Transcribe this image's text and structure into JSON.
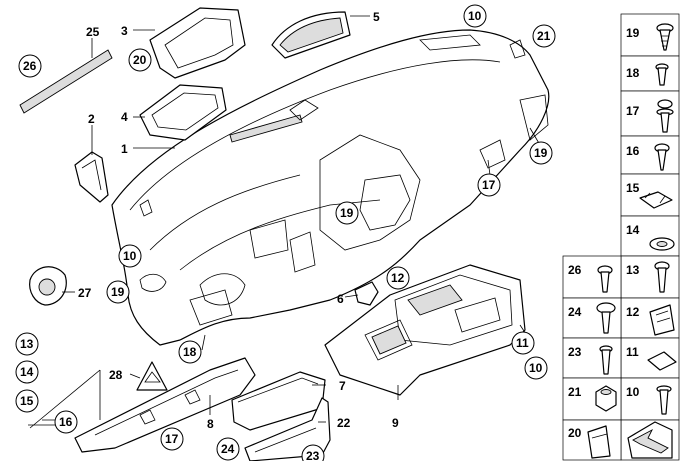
{
  "callouts": {
    "c1": "1",
    "c2": "2",
    "c3": "3",
    "c4": "4",
    "c5": "5",
    "c6": "6",
    "c7": "7",
    "c8": "8",
    "c9": "9",
    "c10a": "10",
    "c10b": "10",
    "c10c": "10",
    "c11": "11",
    "c12": "12",
    "c13": "13",
    "c14": "14",
    "c15": "15",
    "c16": "16",
    "c17a": "17",
    "c17b": "17",
    "c18": "18",
    "c19a": "19",
    "c19b": "19",
    "c19c": "19",
    "c20": "20",
    "c21": "21",
    "c22": "22",
    "c23": "23",
    "c24": "24",
    "c25": "25",
    "c26": "26",
    "c27": "27",
    "c28": "28"
  },
  "legend": {
    "r19": "19",
    "r18": "18",
    "r17": "17",
    "r16": "16",
    "r15": "15",
    "r14": "14",
    "r26": "26",
    "r13": "13",
    "r24": "24",
    "r12": "12",
    "r23": "23",
    "r11": "11",
    "r21": "21",
    "r10": "10",
    "r20": "20"
  },
  "colors": {
    "line": "#000000",
    "shade": "#dddddd",
    "background": "#ffffff"
  }
}
